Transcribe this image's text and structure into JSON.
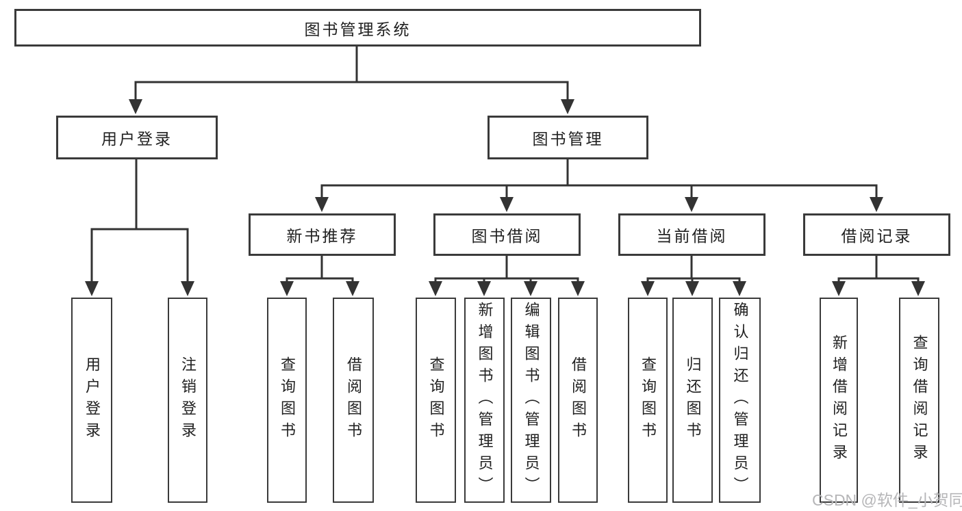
{
  "diagram": {
    "root": "图书管理系统",
    "level2": {
      "user_login": "用户登录",
      "book_mgmt": "图书管理"
    },
    "level3": {
      "new_books": "新书推荐",
      "borrowing": "图书借阅",
      "current": "当前借阅",
      "records": "借阅记录"
    },
    "leaves": {
      "user_login": [
        "用户登录",
        "注销登录"
      ],
      "new_books": [
        "查询图书",
        "借阅图书"
      ],
      "borrowing": [
        "查询图书",
        "新增图书（管理员）",
        "编辑图书（管理员）",
        "借阅图书"
      ],
      "current": [
        "查询图书",
        "归还图书",
        "确认归还（管理员）"
      ],
      "records": [
        "新增借阅记录",
        "查询借阅记录"
      ]
    },
    "colors": {
      "box_border": "#3a3a3a",
      "connector_line": "#333333",
      "text": "#212121",
      "background": "#ffffff",
      "watermark": "#b6b6b8"
    }
  },
  "watermark": "CSDN @软件_小贺同学"
}
